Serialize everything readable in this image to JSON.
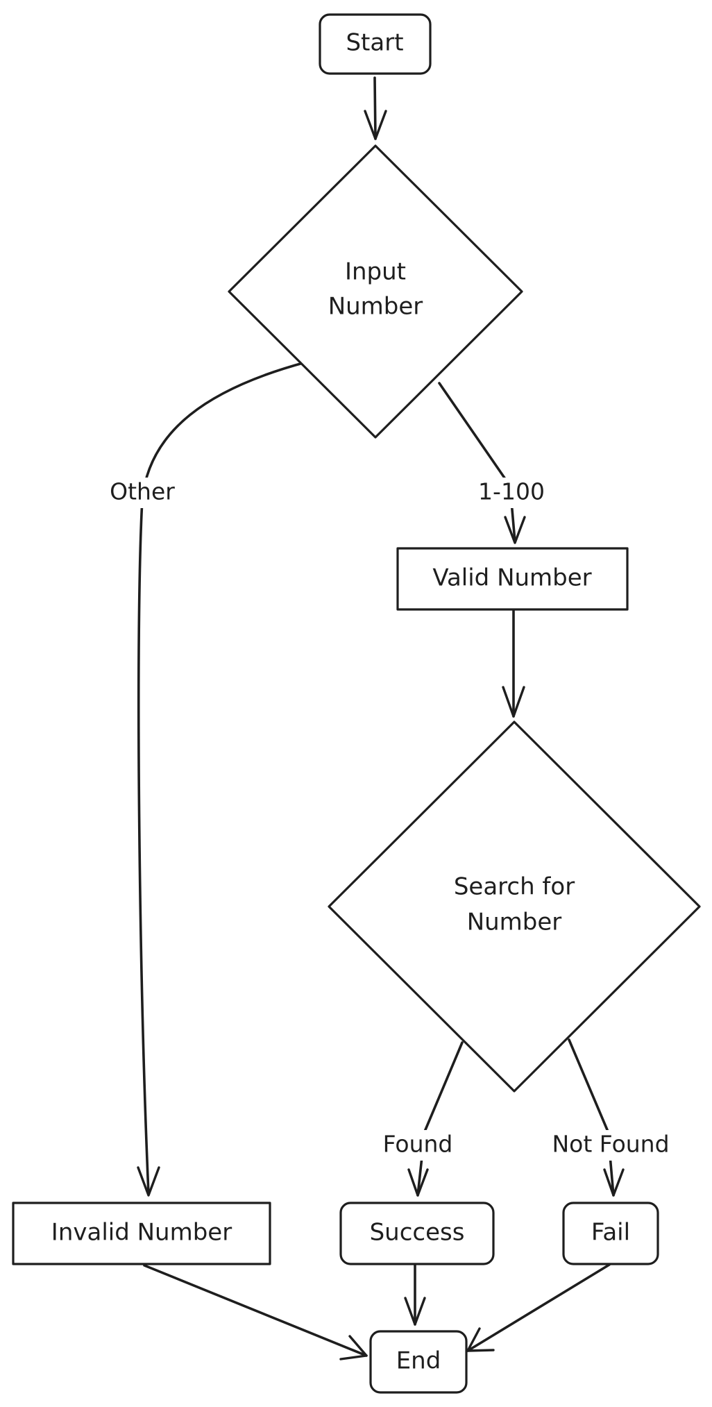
{
  "diagram": {
    "nodes": {
      "start": {
        "label": "Start"
      },
      "input_number": {
        "line1": "Input",
        "line2": "Number"
      },
      "valid_number": {
        "label": "Valid Number"
      },
      "search_for_number": {
        "line1": "Search for",
        "line2": "Number"
      },
      "invalid_number": {
        "label": "Invalid Number"
      },
      "success": {
        "label": "Success"
      },
      "fail": {
        "label": "Fail"
      },
      "end": {
        "label": "End"
      }
    },
    "edge_labels": {
      "other": "Other",
      "range": "1-100",
      "found": "Found",
      "not_found": "Not Found"
    },
    "colors": {
      "stroke": "#1e1e1e",
      "background": "#ffffff"
    }
  }
}
